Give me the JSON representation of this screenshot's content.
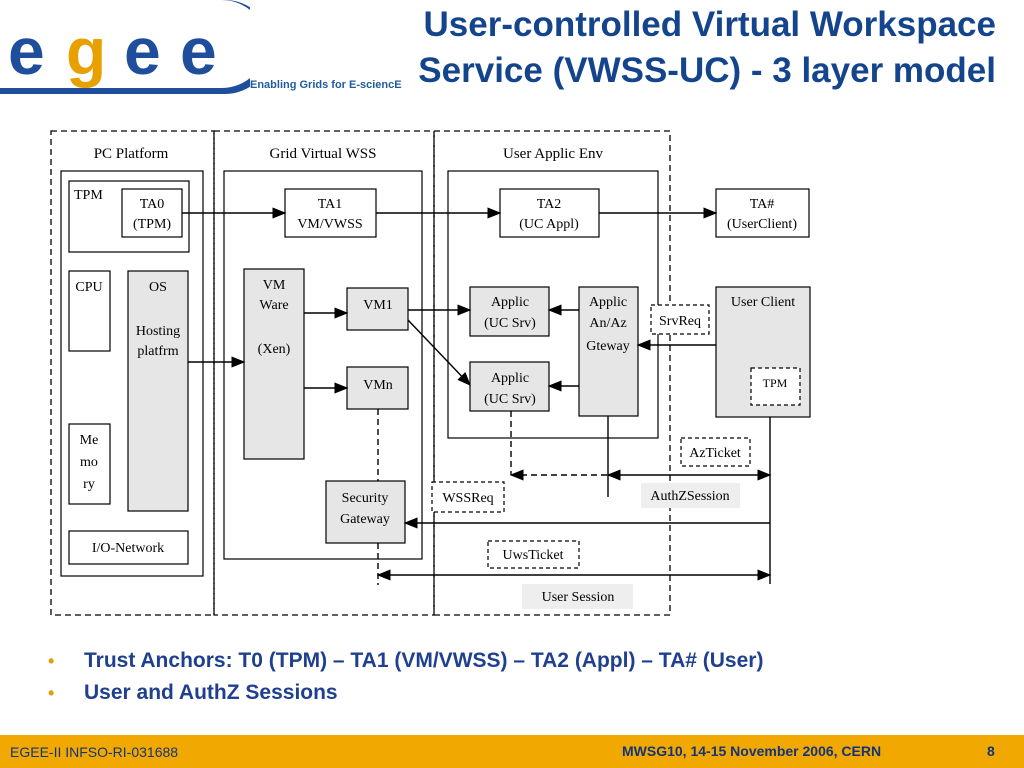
{
  "header": {
    "logo_text": "egee",
    "tagline": "Enabling Grids for E-sciencE",
    "title_line1": "User-controlled Virtual Workspace",
    "title_line2": "Service (VWSS-UC) - 3 layer model"
  },
  "diagram": {
    "sections": {
      "pc_platform": "PC Platform",
      "grid_virtual_wss": "Grid Virtual WSS",
      "user_applic_env": "User Applic Env"
    },
    "pc": {
      "tpm": "TPM",
      "ta0_line1": "TA0",
      "ta0_line2": "(TPM)",
      "cpu": "CPU",
      "os_title": "OS",
      "os_line1": "Hosting",
      "os_line2": "platfrm",
      "mem_line1": "Me",
      "mem_line2": "mo",
      "mem_line3": "ry",
      "io_network": "I/O-Network"
    },
    "wss": {
      "ta1_line1": "TA1",
      "ta1_line2": "VM/VWSS",
      "vmware_line1": "VM",
      "vmware_line2": "Ware",
      "vmware_line3": "(Xen)",
      "vm1": "VM1",
      "vmn": "VMn",
      "security_line1": "Security",
      "security_line2": "Gateway"
    },
    "env": {
      "ta2_line1": "TA2",
      "ta2_line2": "(UC Appl)",
      "applic1_line1": "Applic",
      "applic1_line2": "(UC Srv)",
      "applic2_line1": "Applic",
      "applic2_line2": "(UC Srv)",
      "gateway_line1": "Applic",
      "gateway_line2": "An/Az",
      "gateway_line3": "Gteway"
    },
    "user": {
      "tahash_line1": "TA#",
      "tahash_line2": "(UserClient)",
      "user_client": "User Client",
      "tpm": "TPM"
    },
    "messages": {
      "srvreq": "SrvReq",
      "azticket": "AzTicket",
      "authzsession": "AuthZSession",
      "wssreq": "WSSReq",
      "uwsticket": "UwsTicket",
      "user_session": "User Session"
    }
  },
  "bullets": [
    "Trust Anchors: T0 (TPM) – TA1 (VM/VWSS) – TA2 (Appl) – TA# (User)",
    "User and AuthZ Sessions"
  ],
  "footer": {
    "left": "EGEE-II INFSO-RI-031688",
    "event": "MWSG10, 14-15 November 2006, CERN",
    "page": "8"
  },
  "colors": {
    "title": "#14458c",
    "footer_bg": "#f1a800",
    "bullet_text": "#1f3f8f",
    "bullet_dot": "#e39d12",
    "box_fill": "#e6e6e6"
  }
}
